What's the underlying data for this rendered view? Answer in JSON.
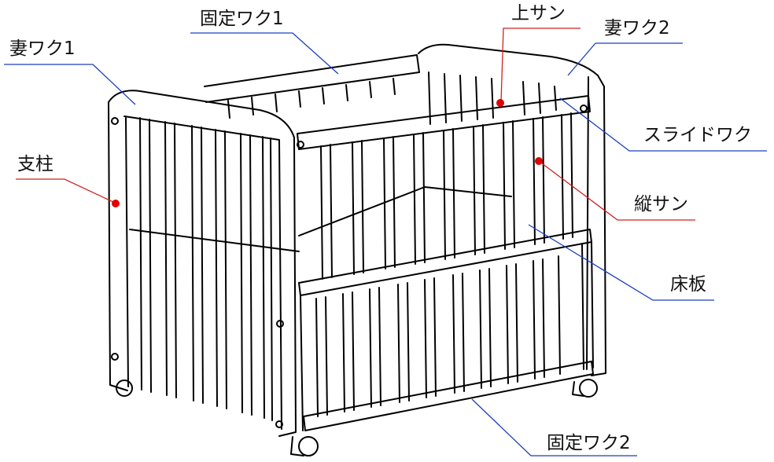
{
  "labels": {
    "fixed_frame_1": "固定ワク1",
    "top_rail": "上サン",
    "end_frame_2": "妻ワク2",
    "end_frame_1": "妻ワク1",
    "slide_frame": "スライドワク",
    "post": "支柱",
    "vertical_bar": "縦サン",
    "floor_board": "床板",
    "fixed_frame_2": "固定ワク2"
  },
  "colors": {
    "line_drawing": "#000000",
    "blue_leader": "#1a3fbf",
    "red_leader": "#d42020",
    "red_dot": "#e00000"
  }
}
